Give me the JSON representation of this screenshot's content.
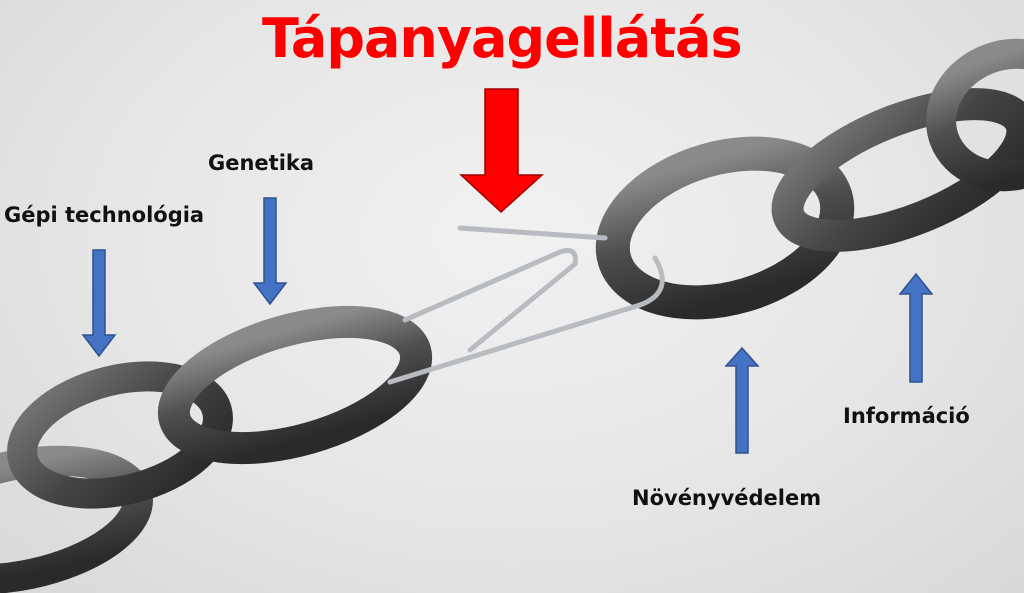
{
  "title": {
    "text": "Tápanyagellátás",
    "color": "#ff0000"
  },
  "labels": {
    "gepi": "Gépi technológia",
    "genetika": "Genetika",
    "novenyvedelem": "Növényvédelem",
    "informacio": "Információ"
  },
  "colors": {
    "label_text": "#111111",
    "arrow_blue": "#4472c4",
    "arrow_red": "#ff0000",
    "chain_metal": "#4a4a4a",
    "paperclip": "#b8bcc0",
    "background": "#e6e6e6"
  },
  "image": {
    "description": "chain with a weak link formed by a paperclip",
    "icons": [
      "chain-icon",
      "paperclip-icon",
      "arrow-down-icon",
      "arrow-up-icon"
    ]
  }
}
